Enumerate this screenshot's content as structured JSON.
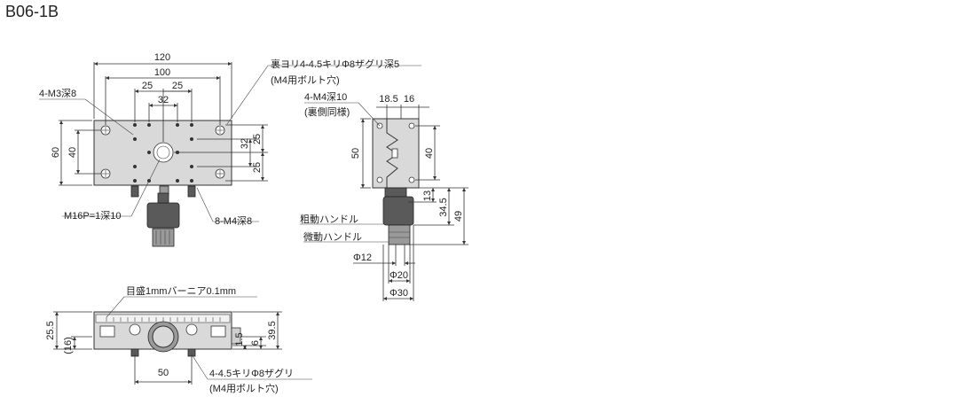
{
  "title": "B06-1B",
  "top_view": {
    "dims": {
      "w120": "120",
      "w100": "100",
      "w25a": "25",
      "w25b": "25",
      "w32": "32",
      "h60": "60",
      "h40": "40",
      "r32": "32",
      "r25a": "25",
      "r25b": "25"
    },
    "notes": {
      "back": "裏ヨリ4-4.5キリΦ8ザグリ深5",
      "back_sub": "(M4用ボルト穴)",
      "m3": "4-M3深8",
      "m16": "M16P=1深10",
      "m4": "8-M4深8"
    }
  },
  "side_view": {
    "dims": {
      "t185": "18.5",
      "t16": "16",
      "h50": "50",
      "h40": "40",
      "d13": "13",
      "d345": "34.5",
      "d49": "49",
      "phi12": "Φ12",
      "phi20": "Φ20",
      "phi30": "Φ30"
    },
    "notes": {
      "m4": "4-M4深10",
      "m4_sub": "(裏側同様)",
      "coarse": "粗動ハンドル",
      "fine": "微動ハンドル"
    }
  },
  "front_view": {
    "dims": {
      "h255": "25.5",
      "h16": "(16)",
      "d15": "1.5",
      "d6": "6",
      "d395": "39.5",
      "w50": "50"
    },
    "notes": {
      "scale": "目盛1mmバーニア0.1mm",
      "holes": "4-4.5キリΦ8ザグリ",
      "holes_sub": "(M4用ボルト穴)"
    }
  }
}
